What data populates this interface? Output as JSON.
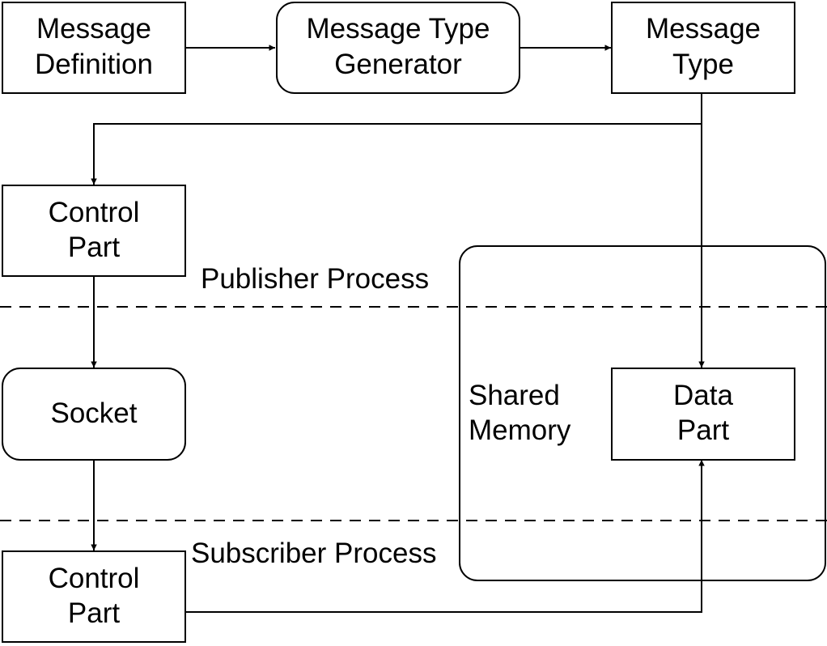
{
  "nodes": {
    "message_definition": {
      "line1": "Message",
      "line2": "Definition"
    },
    "message_type_generator": {
      "line1": "Message Type",
      "line2": "Generator"
    },
    "message_type": {
      "line1": "Message",
      "line2": "Type"
    },
    "publisher_control_part": {
      "line1": "Control",
      "line2": "Part"
    },
    "socket": {
      "label": "Socket"
    },
    "subscriber_control_part": {
      "line1": "Control",
      "line2": "Part"
    },
    "data_part": {
      "line1": "Data",
      "line2": "Part"
    }
  },
  "shared_memory": {
    "line1": "Shared",
    "line2": "Memory"
  },
  "regions": {
    "publisher": "Publisher Process",
    "subscriber": "Subscriber Process"
  },
  "edges": [
    {
      "from": "message_definition",
      "to": "message_type_generator"
    },
    {
      "from": "message_type_generator",
      "to": "message_type"
    },
    {
      "from": "message_type",
      "to": "publisher_control_part"
    },
    {
      "from": "message_type",
      "to": "data_part"
    },
    {
      "from": "publisher_control_part",
      "to": "socket"
    },
    {
      "from": "socket",
      "to": "subscriber_control_part"
    },
    {
      "from": "subscriber_control_part",
      "to": "data_part"
    }
  ]
}
